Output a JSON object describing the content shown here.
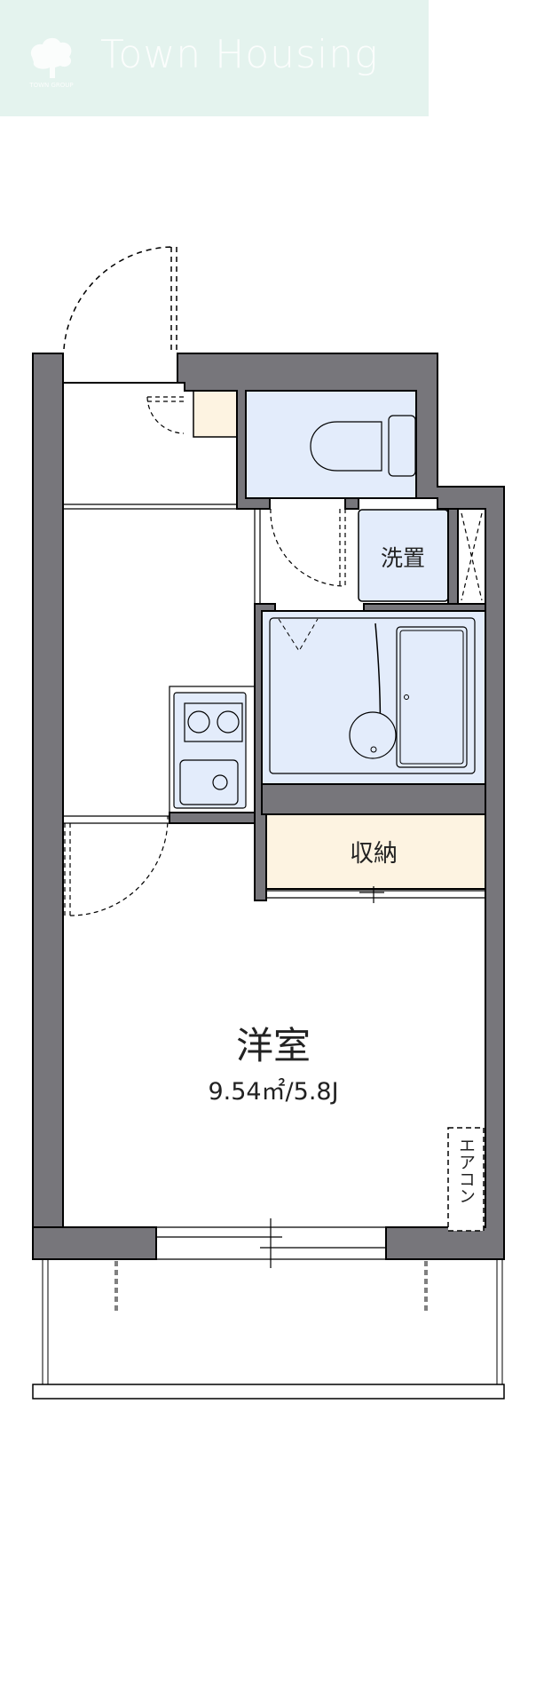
{
  "logo": {
    "brand": "Town Housing",
    "emblem_text": "TOWN GROUP",
    "color": "#e4f3ee"
  },
  "floorplan": {
    "rooms": {
      "western_room": {
        "label": "洋室",
        "area": "9.54㎡/5.8J"
      },
      "storage": {
        "label": "収納"
      },
      "washer": {
        "label": "洗置"
      },
      "aircon": {
        "label": "エアコン"
      }
    },
    "colors": {
      "wall": "#77767b",
      "wet_area": "#e3ecfb",
      "storage": "#fdf3e1"
    }
  }
}
